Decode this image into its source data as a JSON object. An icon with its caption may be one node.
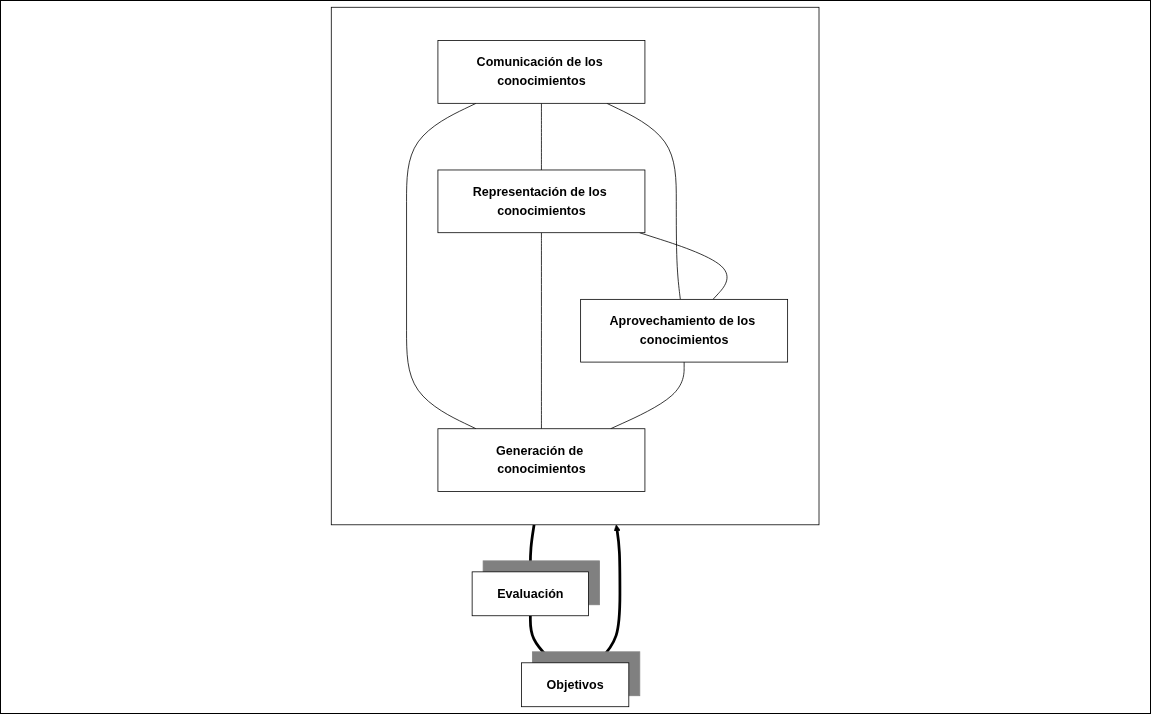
{
  "diagram": {
    "nodes": [
      {
        "text": [],
        "shape": "box"
      },
      {
        "text": [
          "Comunicación de los conocimientos"
        ],
        "in": 0
      },
      {
        "text": [
          "Representación de los conocimientos"
        ],
        "in": 0
      },
      {
        "text": [
          "Aprovechamiento de los conocimientos"
        ],
        "in": 0
      },
      {
        "text": [
          "Generación de conocimientos"
        ],
        "in": 0
      },
      {
        "text": [
          "Objetivos"
        ]
      },
      {
        "text": [
          "Evaluación"
        ]
      }
    ],
    "edges": [
      {
        "from": 1,
        "to": 2,
        "arrow": "none"
      },
      {
        "from": 1,
        "to": 3,
        "arrow": "none"
      },
      {
        "from": 1,
        "to": 4,
        "arrow": "none"
      },
      {
        "from": 2,
        "to": 3,
        "arrow": "none"
      },
      {
        "from": 2,
        "to": 4,
        "arrow": "none"
      },
      {
        "from": 3,
        "to": 4,
        "arrow": "none"
      },
      {
        "from": 5,
        "to": 0,
        "arrow": "to",
        "style": "thick"
      },
      {
        "from": 0,
        "to": 6,
        "arrow": "to",
        "style": "thick"
      },
      {
        "from": 6,
        "to": 5,
        "arrow": "to",
        "style": "thick"
      }
    ]
  }
}
